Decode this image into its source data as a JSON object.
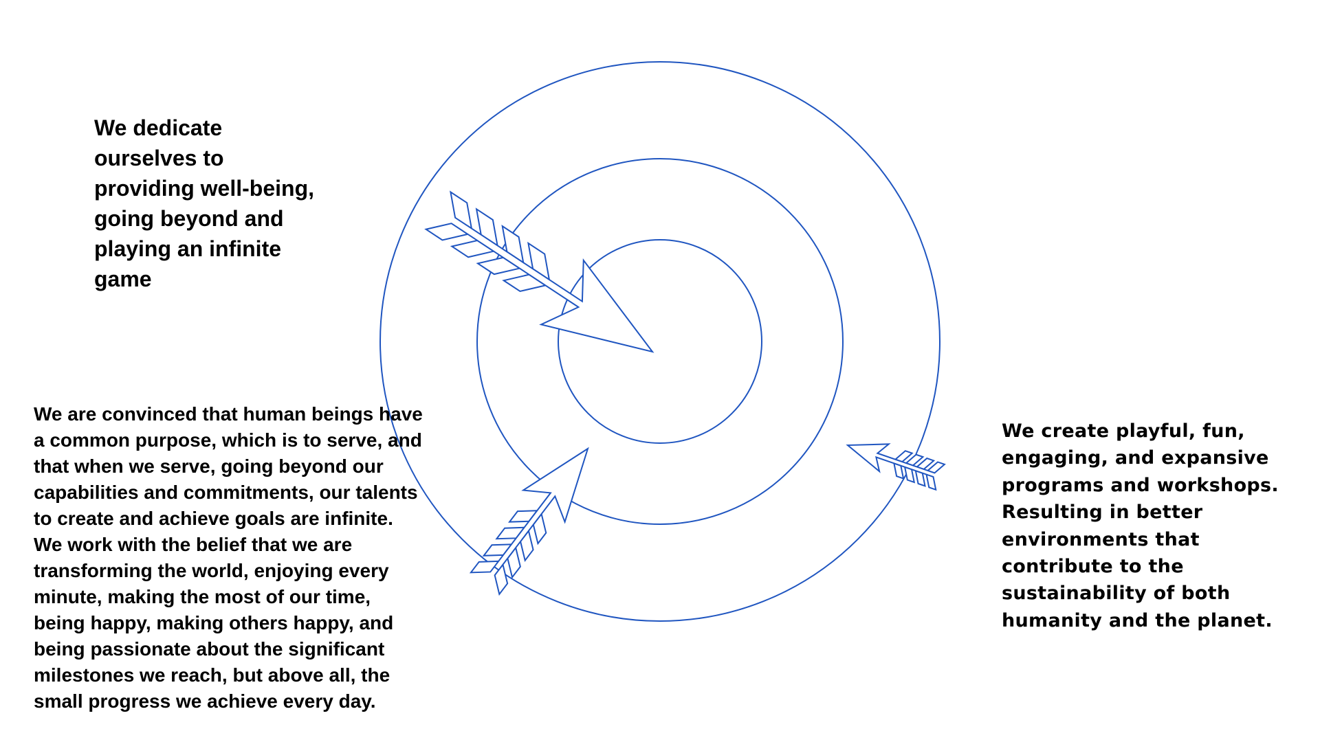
{
  "colors": {
    "stroke": "#1f55c0",
    "text": "#000000"
  },
  "target": {
    "rings": 3,
    "icon": "bullseye-target"
  },
  "arrows": [
    "arrow-top-left",
    "arrow-bottom-left",
    "arrow-right"
  ],
  "texts": {
    "top_left": [
      "We dedicate",
      "ourselves to",
      "providing well-being,",
      "going beyond and",
      "playing an infinite",
      "game"
    ],
    "bottom_left": [
      "We are convinced that human beings have",
      "a common purpose, which is to serve, and",
      "that when we serve, going beyond our",
      "capabilities and commitments, our talents",
      "to create and achieve goals are infinite.",
      "We work with the belief that we are",
      "transforming the world, enjoying every",
      "minute, making the most of our time,",
      "being happy, making others happy, and",
      "being passionate about the significant",
      "milestones we reach, but above all, the",
      "small progress we achieve every day."
    ],
    "right": [
      "We create playful, fun,",
      "engaging, and expansive",
      "programs and workshops.",
      "Resulting in better",
      "environments that",
      "contribute to the",
      "sustainability of both",
      "humanity and the planet."
    ]
  }
}
